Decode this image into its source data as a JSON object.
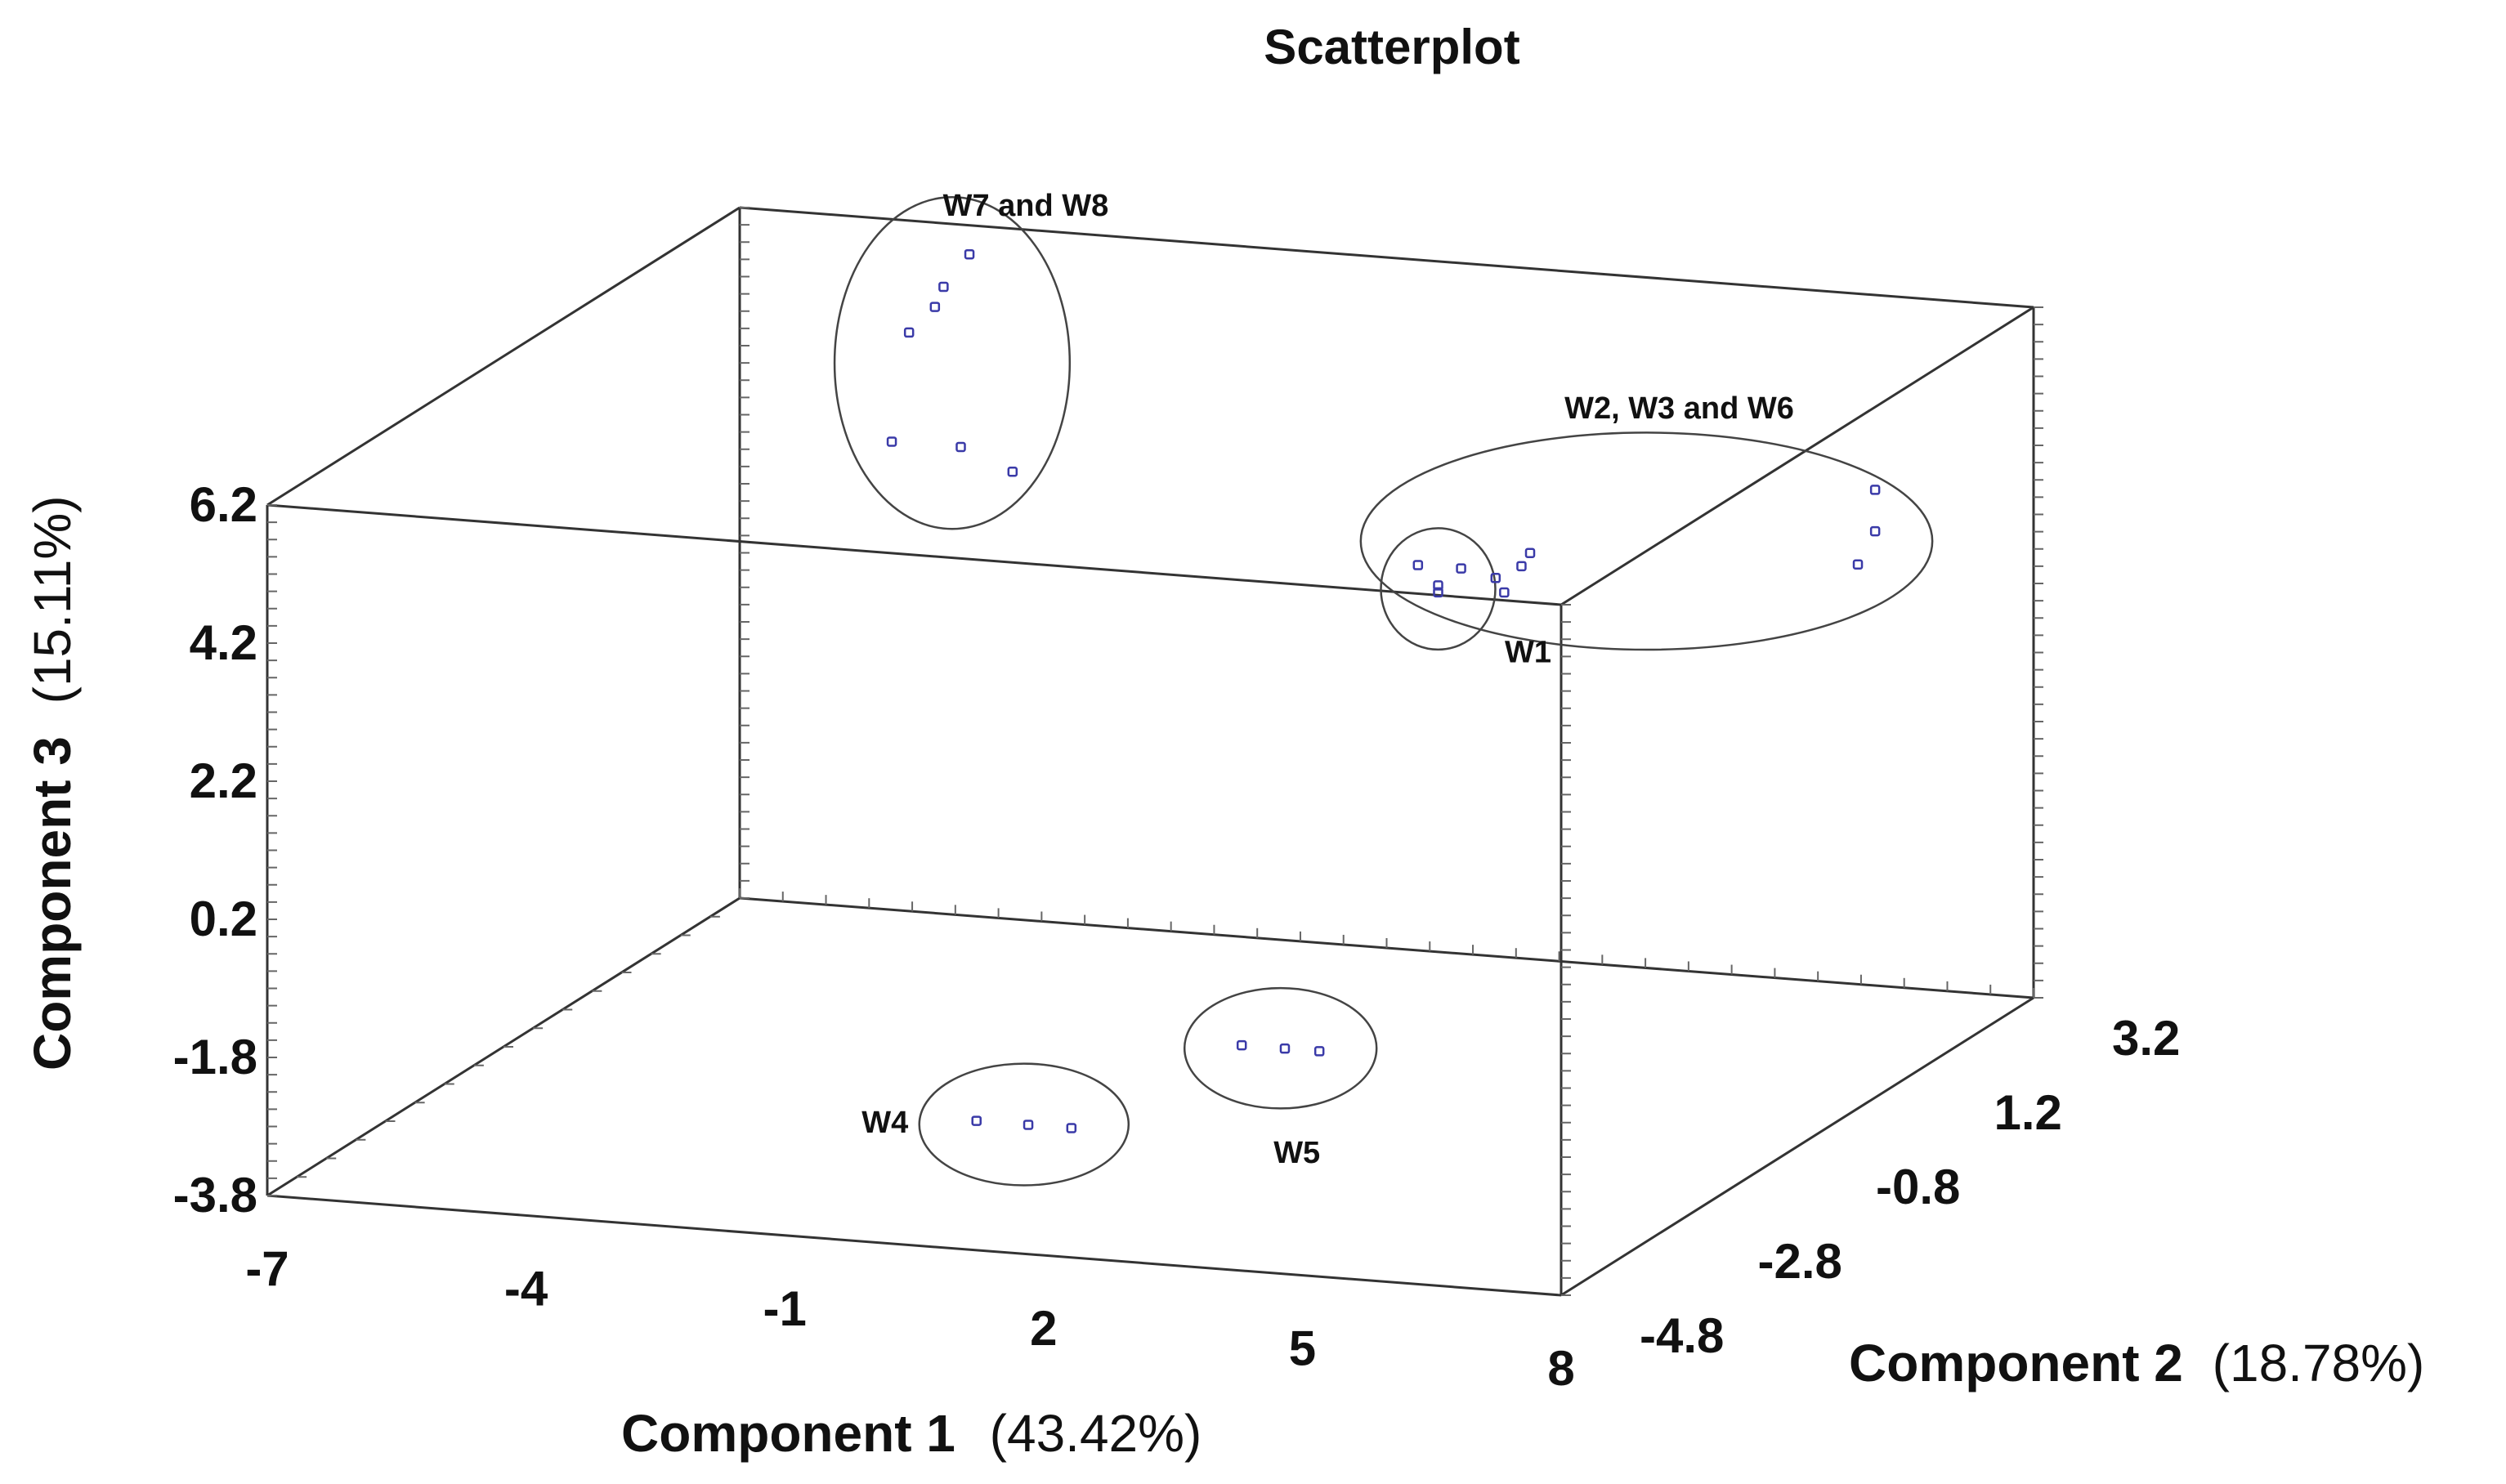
{
  "chart_data": {
    "type": "scatter",
    "title": "Scatterplot",
    "xlabel": "Component 1",
    "xlabel_pct": "(43.42%)",
    "ylabel": "Component 2",
    "ylabel_pct": "(18.78%)",
    "zlabel": "Component 3",
    "zlabel_pct": "(15.11%)",
    "x_ticks": [
      "-7",
      "-4",
      "-1",
      "2",
      "5",
      "8"
    ],
    "y_ticks": [
      "-4.8",
      "-2.8",
      "-0.8",
      "1.2",
      "3.2"
    ],
    "z_ticks": [
      "-3.8",
      "-1.8",
      "0.2",
      "2.2",
      "4.2",
      "6.2"
    ],
    "xlim": [
      -7,
      8
    ],
    "ylim": [
      -4.8,
      3.2
    ],
    "zlim": [
      -3.8,
      6.2
    ],
    "groups": [
      {
        "label": "W7 and W8",
        "points": [
          {
            "x": -4.2,
            "y": 3.0,
            "z": 5.9
          },
          {
            "x": -4.6,
            "y": 3.0,
            "z": 5.1
          },
          {
            "x": -4.9,
            "y": 3.0,
            "z": 4.7
          },
          {
            "x": -4.5,
            "y": 3.0,
            "z": 5.4
          },
          {
            "x": -5.1,
            "y": 3.0,
            "z": 3.1
          },
          {
            "x": -4.3,
            "y": 3.0,
            "z": 3.1
          },
          {
            "x": -3.7,
            "y": 3.0,
            "z": 2.8
          }
        ]
      },
      {
        "label": "W2, W3 and W6",
        "points": [
          {
            "x": 6.3,
            "y": 3.0,
            "z": 3.5
          },
          {
            "x": 6.3,
            "y": 3.0,
            "z": 2.9
          },
          {
            "x": 6.1,
            "y": 3.0,
            "z": 2.4
          },
          {
            "x": 2.3,
            "y": 3.0,
            "z": 2.2
          },
          {
            "x": 2.2,
            "y": 3.0,
            "z": 2.0
          },
          {
            "x": 1.9,
            "y": 3.0,
            "z": 1.8
          },
          {
            "x": 1.5,
            "y": 3.0,
            "z": 1.9
          },
          {
            "x": 1.0,
            "y": 3.0,
            "z": 1.9
          },
          {
            "x": 2.0,
            "y": 3.0,
            "z": 1.6
          }
        ]
      },
      {
        "label": "W1",
        "points": [
          {
            "x": 6.3,
            "y": -4.4,
            "z": 6.1
          },
          {
            "x": 6.3,
            "y": -4.4,
            "z": 6.0
          }
        ]
      },
      {
        "label": "W5",
        "points": [
          {
            "x": 0.6,
            "y": 0.6,
            "z": -3.8
          },
          {
            "x": 1.1,
            "y": 0.6,
            "z": -3.8
          },
          {
            "x": 1.5,
            "y": 0.6,
            "z": -3.8
          }
        ]
      },
      {
        "label": "W4",
        "points": [
          {
            "x": -0.9,
            "y": -1.7,
            "z": -3.8
          },
          {
            "x": -0.3,
            "y": -1.7,
            "z": -3.8
          },
          {
            "x": 0.2,
            "y": -1.7,
            "z": -3.8
          }
        ]
      }
    ]
  }
}
